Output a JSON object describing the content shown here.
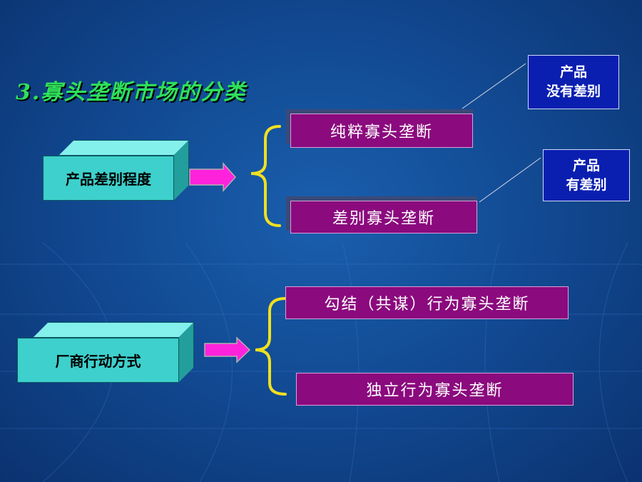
{
  "title": "3.寡头垄断市场的分类",
  "groups": [
    {
      "criterion": "产品差别程度",
      "types": [
        "纯粹寡头垄断",
        "差别寡头垄断"
      ],
      "notes": [
        {
          "line1": "产品",
          "line2": "没有差别"
        },
        {
          "line1": "产品",
          "line2": "有差别"
        }
      ]
    },
    {
      "criterion": "厂商行动方式",
      "types": [
        "勾结（共谋）行为寡头垄断",
        "独立行为寡头垄断"
      ]
    }
  ],
  "colors": {
    "background": "#124b94",
    "title": "#2ee05a",
    "cube": "#3ed0cc",
    "type_box": "#8b0a7e",
    "note_box": "#0a1fb0",
    "arrow": "#ff22dd",
    "brace": "#f0e020"
  }
}
